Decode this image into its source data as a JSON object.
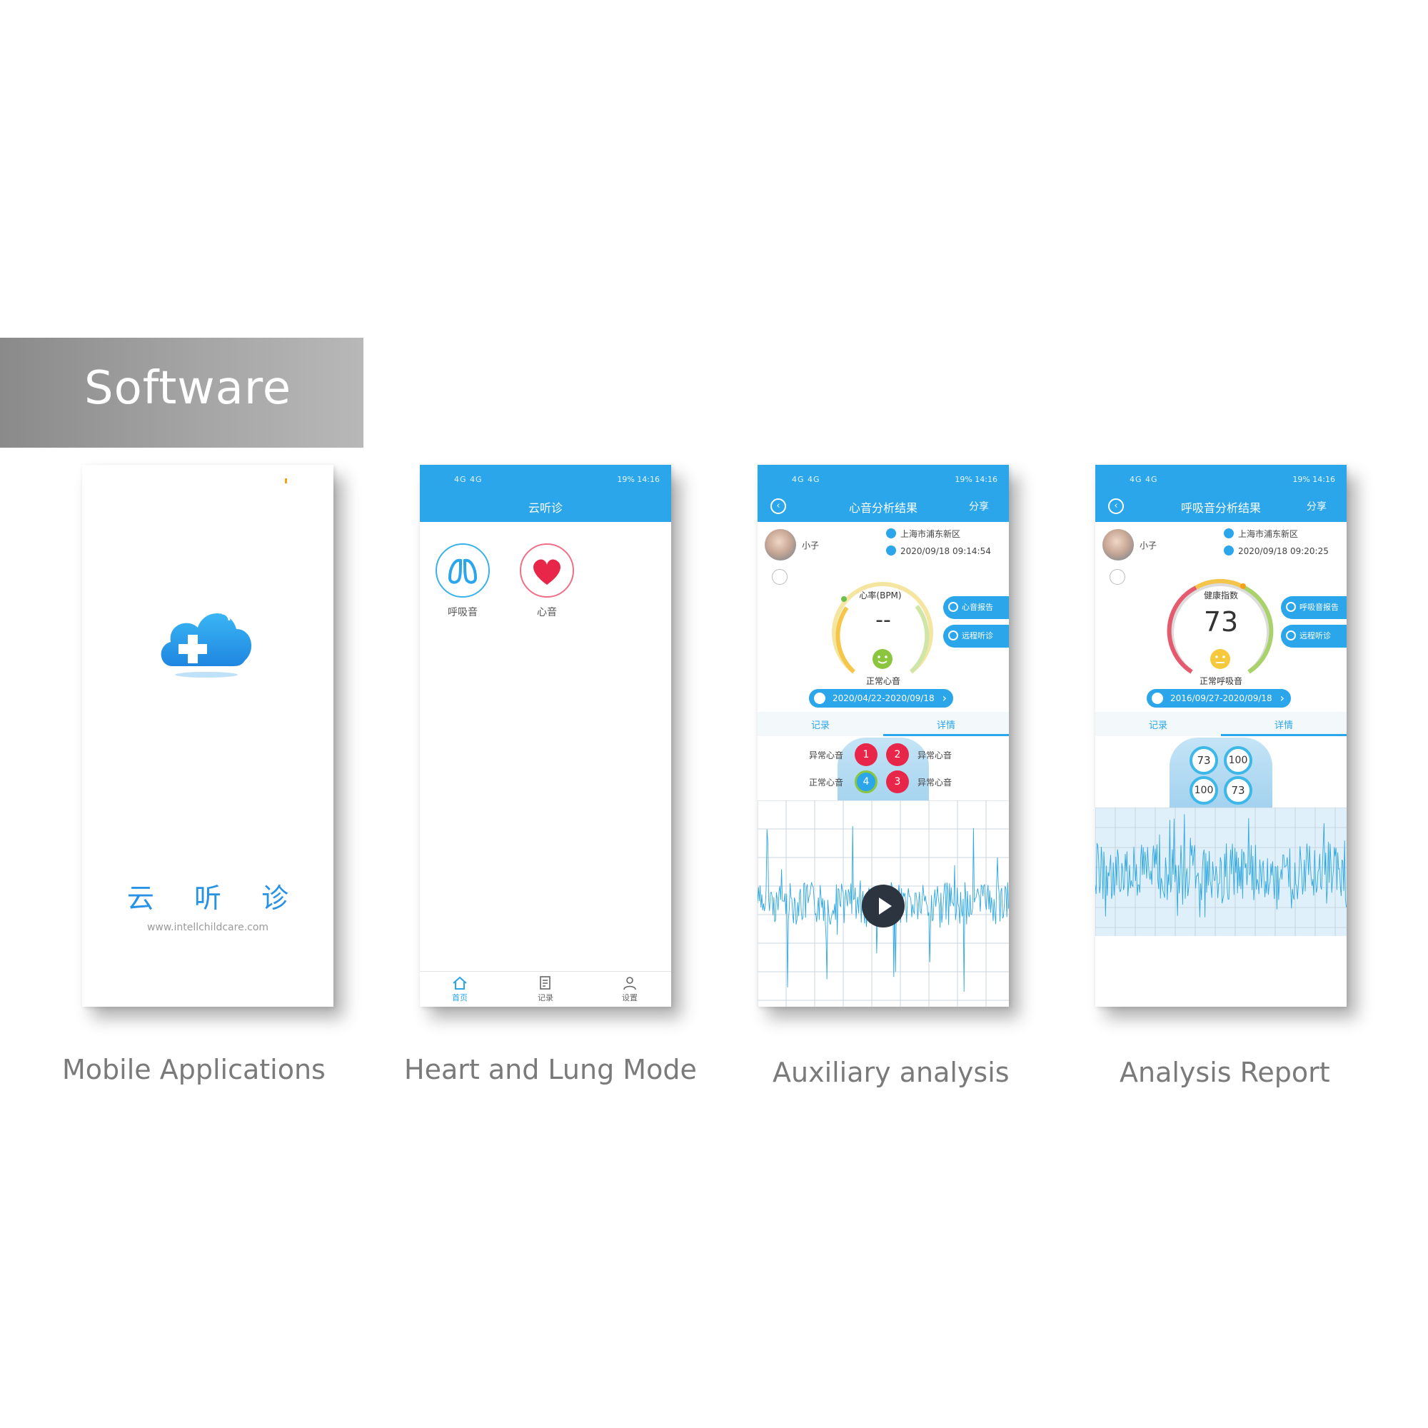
{
  "banner": {
    "title": "Software"
  },
  "captions": [
    "Mobile Applications",
    "Heart and Lung Mode",
    "Auxiliary analysis",
    "Analysis Report"
  ],
  "status_bar": {
    "left": "4G 4G",
    "right": "19% 14:16"
  },
  "phone1": {
    "brand": "云 听 诊",
    "url": "www.intellchildcare.com"
  },
  "phone2": {
    "title": "云听诊",
    "modes": [
      {
        "label": "呼吸音",
        "icon": "lungs-icon"
      },
      {
        "label": "心音",
        "icon": "heart-icon"
      }
    ],
    "tabs": [
      {
        "label": "首页",
        "icon": "home-icon"
      },
      {
        "label": "记录",
        "icon": "records-icon"
      },
      {
        "label": "设置",
        "icon": "user-icon"
      }
    ]
  },
  "phone3": {
    "title": "心音分析结果",
    "share": "分享",
    "user": "小子",
    "location": "上海市浦东新区",
    "datetime": "2020/09/18 09:14:54",
    "gauge_label": "心率(BPM)",
    "gauge_value": "--",
    "status": "正常心音",
    "buttons": [
      "心音报告",
      "远程听诊"
    ],
    "range": "2020/04/22-2020/09/18",
    "tabs": [
      "记录",
      "详情"
    ],
    "points": [
      {
        "n": "1",
        "label": "异常心音",
        "color": "#e8264a"
      },
      {
        "n": "2",
        "label": "异常心音",
        "color": "#e8264a"
      },
      {
        "n": "4",
        "label": "正常心音",
        "color": "#2ba6ea"
      },
      {
        "n": "3",
        "label": "异常心音",
        "color": "#e8264a"
      }
    ]
  },
  "phone4": {
    "title": "呼吸音分析结果",
    "share": "分享",
    "user": "小子",
    "location": "上海市浦东新区",
    "datetime": "2020/09/18 09:20:25",
    "gauge_label": "健康指数",
    "gauge_value": "73",
    "status": "正常呼吸音",
    "buttons": [
      "呼吸音报告",
      "远程听诊"
    ],
    "range": "2016/09/27-2020/09/18",
    "tabs": [
      "记录",
      "详情"
    ],
    "points": [
      "73",
      "100",
      "100",
      "73"
    ]
  },
  "colors": {
    "primary": "#2ba6ea",
    "alert": "#e8264a",
    "banner": "#9a9a9a"
  }
}
